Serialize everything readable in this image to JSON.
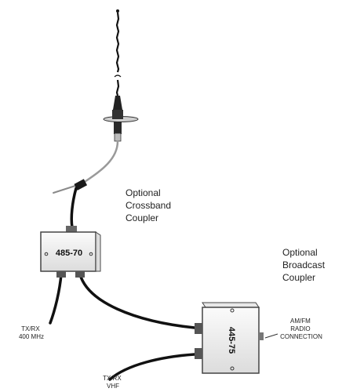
{
  "crossband_callout": [
    "Optional",
    "Crossband",
    "Coupler"
  ],
  "broadcast_callout": [
    "Optional",
    "Broadcast",
    "Coupler"
  ],
  "coupler_left": {
    "part_number": "485-70"
  },
  "coupler_right": {
    "part_number": "445-75"
  },
  "tx_uhf": [
    "TX/RX",
    "400 MHz"
  ],
  "tx_vhf": [
    "TX/RX",
    "VHF"
  ],
  "radio": [
    "AM/FM",
    "RADIO",
    "CONNECTION"
  ],
  "colors": {
    "cable": "#111111",
    "box_fill": "#f2f2f2",
    "box_stroke": "#444444"
  }
}
